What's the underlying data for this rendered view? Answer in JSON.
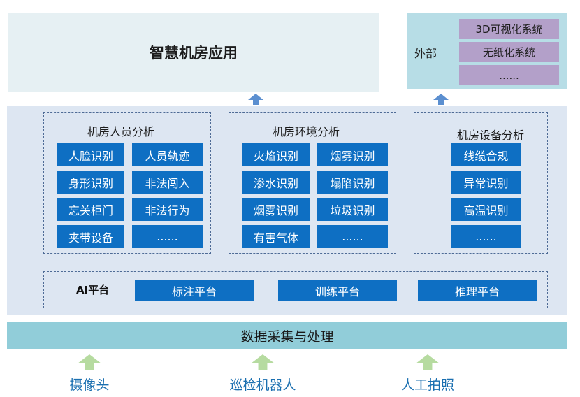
{
  "top": {
    "title": "智慧机房应用"
  },
  "external": {
    "label": "外部",
    "items": [
      "3D可视化系统",
      "无纸化系统",
      "......"
    ]
  },
  "analysis": {
    "personnel": {
      "title": "机房人员分析",
      "tiles": [
        "人脸识别",
        "人员轨迹",
        "身形识别",
        "非法闯入",
        "忘关柜门",
        "非法行为",
        "夹带设备",
        "......"
      ]
    },
    "environment": {
      "title": "机房环境分析",
      "tiles": [
        "火焰识别",
        "烟雾识别",
        "渗水识别",
        "塌陷识别",
        "烟雾识别",
        "垃圾识别",
        "有害气体",
        "......"
      ]
    },
    "equipment": {
      "title": "机房设备分析",
      "tiles": [
        "线缆合规",
        "异常识别",
        "高温识别",
        "......"
      ]
    }
  },
  "ai_platform": {
    "label": "AI平台",
    "items": [
      "标注平台",
      "训练平台",
      "推理平台"
    ]
  },
  "data_layer": {
    "title": "数据采集与处理"
  },
  "sources": [
    "摄像头",
    "巡检机器人",
    "人工拍照"
  ],
  "colors": {
    "tile_blue": "#0e6fc3",
    "middle_bg": "#dde6f2",
    "external_bg": "#b7dde6",
    "external_item": "#b3a0c9",
    "data_bar": "#91cdd9",
    "source_text": "#1a6fb0",
    "arrow_blue": "#5b8fd0",
    "arrow_green": "#b6dba0"
  }
}
